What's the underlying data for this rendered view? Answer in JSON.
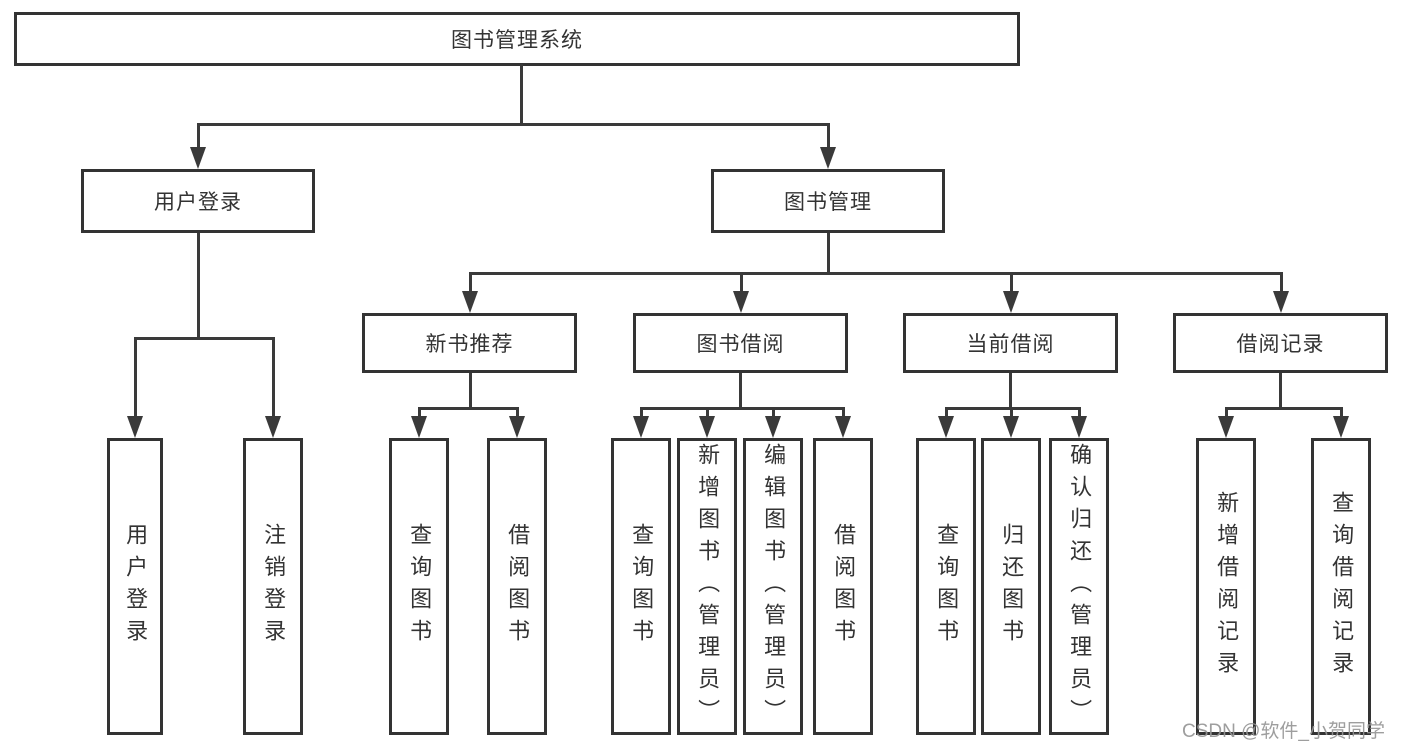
{
  "tree": {
    "root": {
      "label": "图书管理系统"
    },
    "branches": [
      {
        "label": "用户登录",
        "children": [
          {
            "label": "用户登录"
          },
          {
            "label": "注销登录"
          }
        ]
      },
      {
        "label": "图书管理",
        "children": [
          {
            "label": "新书推荐",
            "children": [
              {
                "label": "查询图书"
              },
              {
                "label": "借阅图书"
              }
            ]
          },
          {
            "label": "图书借阅",
            "children": [
              {
                "label": "查询图书"
              },
              {
                "label": "新增图书（管理员）"
              },
              {
                "label": "编辑图书（管理员）"
              },
              {
                "label": "借阅图书"
              }
            ]
          },
          {
            "label": "当前借阅",
            "children": [
              {
                "label": "查询图书"
              },
              {
                "label": "归还图书"
              },
              {
                "label": "确认归还（管理员）"
              }
            ]
          },
          {
            "label": "借阅记录",
            "children": [
              {
                "label": "新增借阅记录"
              },
              {
                "label": "查询借阅记录"
              }
            ]
          }
        ]
      }
    ]
  },
  "watermark": {
    "text": "CSDN @软件_小贺同学"
  },
  "colors": {
    "line": "#3a3a3a",
    "border": "#333333",
    "text": "#333333",
    "watermark": "#969696"
  }
}
